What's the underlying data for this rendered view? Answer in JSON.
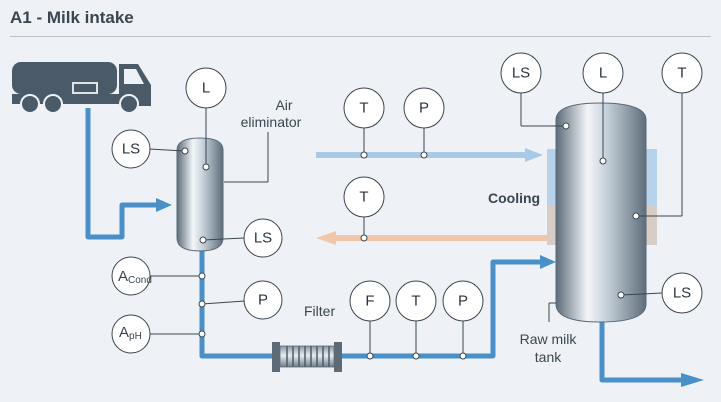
{
  "title": "A1 - Milk intake",
  "labels": {
    "air_eliminator_line1": "Air",
    "air_eliminator_line2": "eliminator",
    "cooling": "Cooling",
    "filter": "Filter",
    "tank_line1": "Raw milk",
    "tank_line2": "tank"
  },
  "instruments": {
    "ae_level": "L",
    "ae_ls_top": "LS",
    "ae_ls_bottom": "LS",
    "a_cond_main": "A",
    "a_cond_sub": "Cond",
    "a_ph_main": "A",
    "a_ph_sub": "pH",
    "p_feed": "P",
    "cool_in_temp": "T",
    "cool_in_press": "P",
    "cool_out_temp": "T",
    "filter_flow": "F",
    "filter_temp": "T",
    "filter_press": "P",
    "tank_ls_top": "LS",
    "tank_level": "L",
    "tank_temp": "T",
    "tank_ls_bottom": "LS"
  },
  "colors": {
    "pipe_milk": "#4a90c8",
    "pipe_cool_in": "#a9c9e6",
    "pipe_cool_out": "#f2c6a8",
    "truck": "#4a5a69",
    "background": "#eef2f6"
  }
}
